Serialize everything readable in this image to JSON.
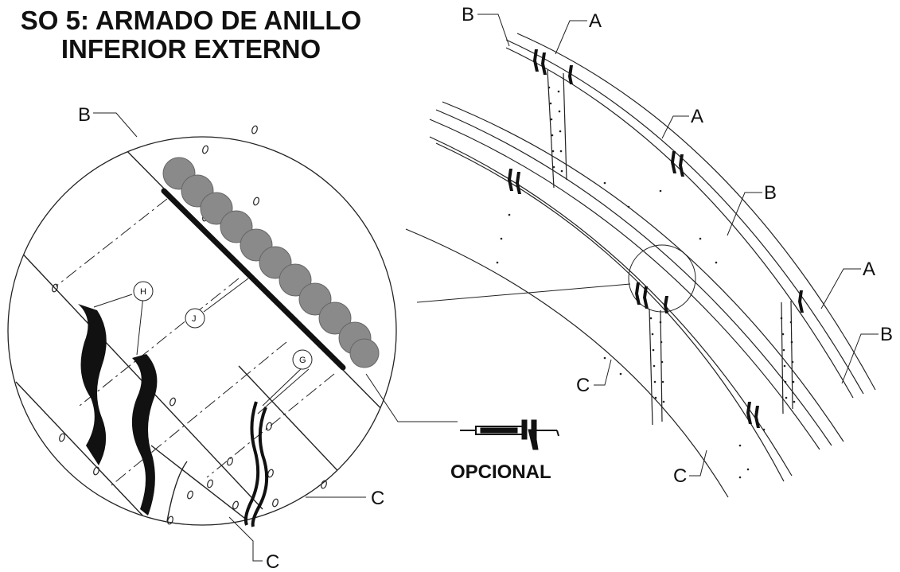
{
  "title": {
    "line1": "SO 5: ARMADO DE ANILLO",
    "line2": "INFERIOR EXTERNO"
  },
  "detail_labels": {
    "b": "B",
    "h": "H",
    "j": "J",
    "g": "G",
    "c_right": "C",
    "c_bottom": "C"
  },
  "main_labels": {
    "b_top": "B",
    "a_top": "A",
    "a_mid": "A",
    "b_mid": "B",
    "a_right": "A",
    "b_right": "B",
    "c_mid": "C",
    "c_low": "C"
  },
  "tool_label": "OPCIONAL",
  "icons": [
    "sealant-gun-icon"
  ]
}
